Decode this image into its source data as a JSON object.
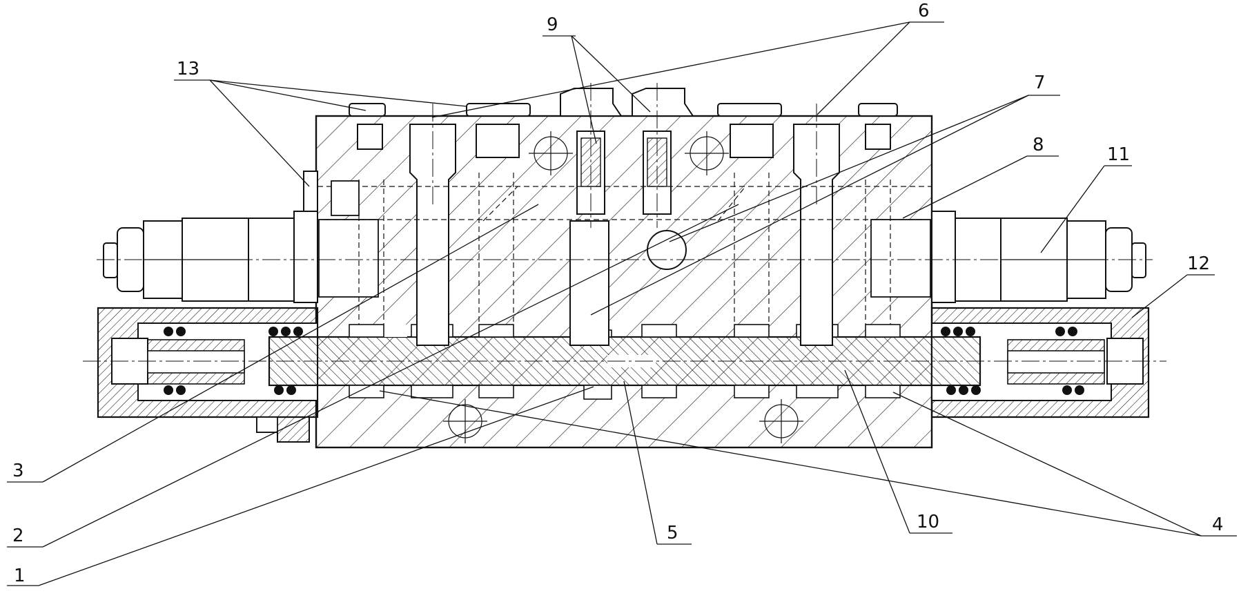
{
  "diagram": {
    "type": "mechanical-cross-section",
    "callouts": [
      {
        "id": "1",
        "label": "1"
      },
      {
        "id": "2",
        "label": "2"
      },
      {
        "id": "3",
        "label": "3"
      },
      {
        "id": "4",
        "label": "4"
      },
      {
        "id": "5",
        "label": "5"
      },
      {
        "id": "6",
        "label": "6"
      },
      {
        "id": "7",
        "label": "7"
      },
      {
        "id": "8",
        "label": "8"
      },
      {
        "id": "9",
        "label": "9"
      },
      {
        "id": "10",
        "label": "10"
      },
      {
        "id": "11",
        "label": "11"
      },
      {
        "id": "12",
        "label": "12"
      },
      {
        "id": "13",
        "label": "13"
      }
    ]
  }
}
